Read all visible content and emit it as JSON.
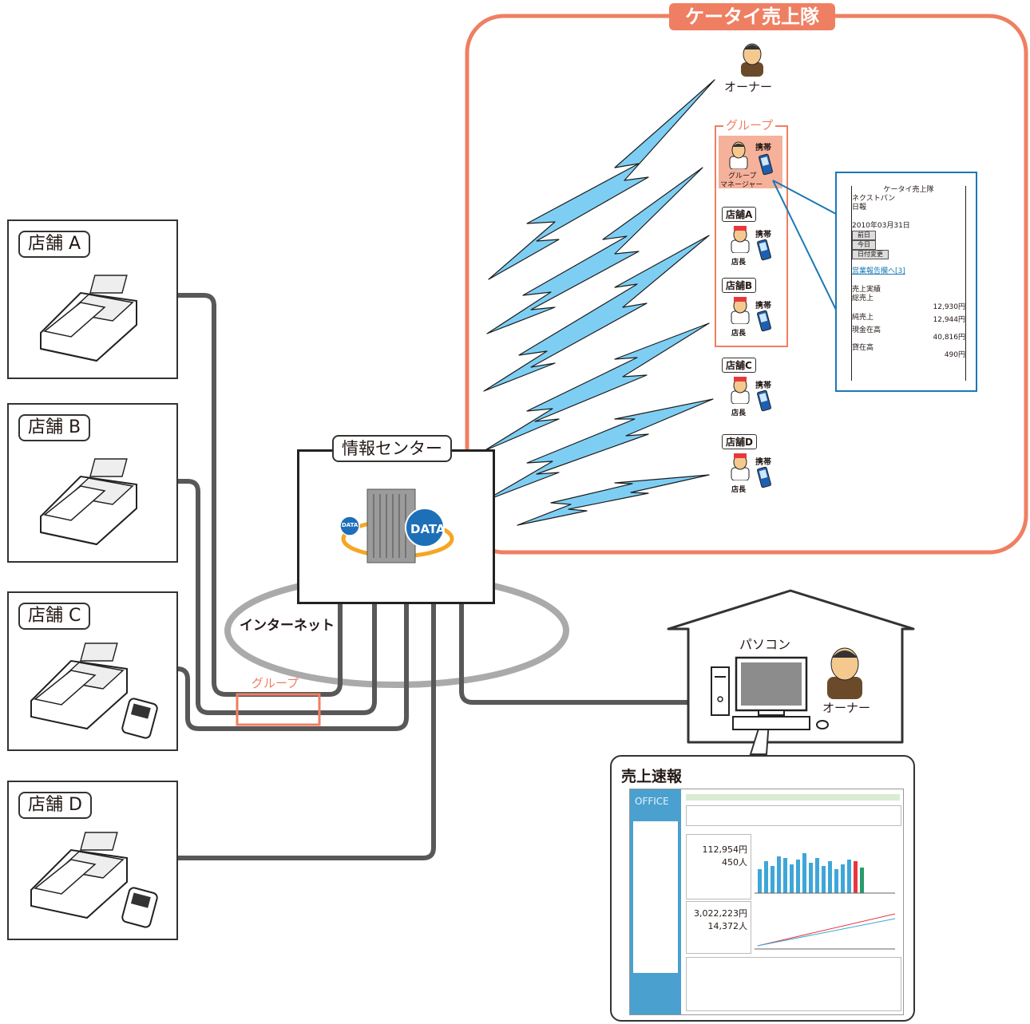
{
  "title": "ケータイ売上隊",
  "stores": [
    {
      "label": "店舗 A"
    },
    {
      "label": "店舗 B"
    },
    {
      "label": "店舗 C"
    },
    {
      "label": "店舗 D"
    }
  ],
  "info_center": {
    "label": "情報センター",
    "data_big": "DATA",
    "data_small": "DATA"
  },
  "internet_label": "インターネット",
  "group_label_bottom": "グループ",
  "mobile": {
    "owner_label": "オーナー",
    "group_label": "グループ",
    "group_manager_label_1": "グループ",
    "group_manager_label_2": "マネージャー",
    "phone_label": "携帯",
    "stores": [
      {
        "label": "店舗A",
        "role": "店長",
        "phone": "携帯"
      },
      {
        "label": "店舗B",
        "role": "店長",
        "phone": "携帯"
      },
      {
        "label": "店舗C",
        "role": "店長",
        "phone": "携帯"
      },
      {
        "label": "店舗D",
        "role": "店長",
        "phone": "携帯"
      }
    ]
  },
  "phone_screen": {
    "line1": "ケータイ売上隊",
    "line2": "ネクストパン",
    "line3": "日報",
    "date": "2010年03月31日",
    "btn_prev": "前日",
    "btn_today": "今日",
    "btn_change": "日付変更",
    "link": "営業報告欄へ[3]",
    "section": "売上実績",
    "rows": [
      {
        "label": "総売上",
        "value": "12,930円"
      },
      {
        "label": "純売上",
        "value": "12,944円"
      },
      {
        "label": "現金在高",
        "value": "40,816円"
      },
      {
        "label": "貸在高",
        "value": "490円"
      }
    ]
  },
  "pc": {
    "label": "パソコン",
    "owner_label": "オーナー"
  },
  "report": {
    "title": "売上速報",
    "app_name": "OFFICE",
    "val_1": "112,954円",
    "val_2": "450人",
    "val_3": "3,022,223円",
    "val_4": "14,372人"
  },
  "colors": {
    "accent": "#ef7f62",
    "bolt": "#7ecef4",
    "panel_border": "#1b78b5",
    "line": "#595757"
  }
}
